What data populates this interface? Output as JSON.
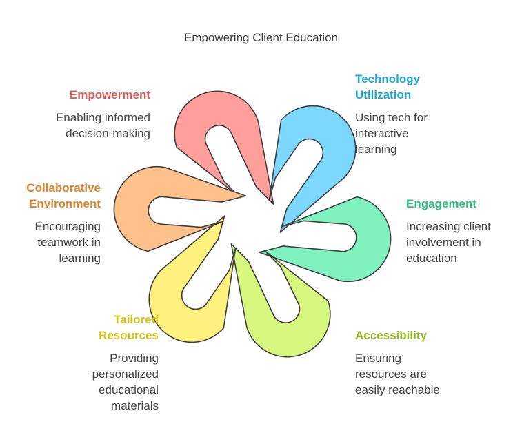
{
  "title": "Empowering Client Education",
  "items": [
    {
      "key": "empowerment",
      "title": "Empowerment",
      "desc": "Enabling informed decision-making",
      "color": "#ff9f9b",
      "text_color": "#e05a5a"
    },
    {
      "key": "technology",
      "title": "Technology Utilization",
      "desc": "Using tech for interactive learning",
      "color": "#7dd8ff",
      "text_color": "#1aa8d6"
    },
    {
      "key": "engagement",
      "title": "Engagement",
      "desc": "Increasing client involvement in education",
      "color": "#7ff2bf",
      "text_color": "#2ec27e"
    },
    {
      "key": "accessibility",
      "title": "Accessibility",
      "desc": "Ensuring resources are easily reachable",
      "color": "#d8f77e",
      "text_color": "#8fba1f"
    },
    {
      "key": "tailored",
      "title": "Tailored Resources",
      "desc": "Providing personalized educational materials",
      "color": "#fff17e",
      "text_color": "#d6c31a"
    },
    {
      "key": "collaborative",
      "title": "Collaborative Environment",
      "desc": "Encouraging teamwork in learning",
      "color": "#ffc08a",
      "text_color": "#e0852a"
    }
  ]
}
